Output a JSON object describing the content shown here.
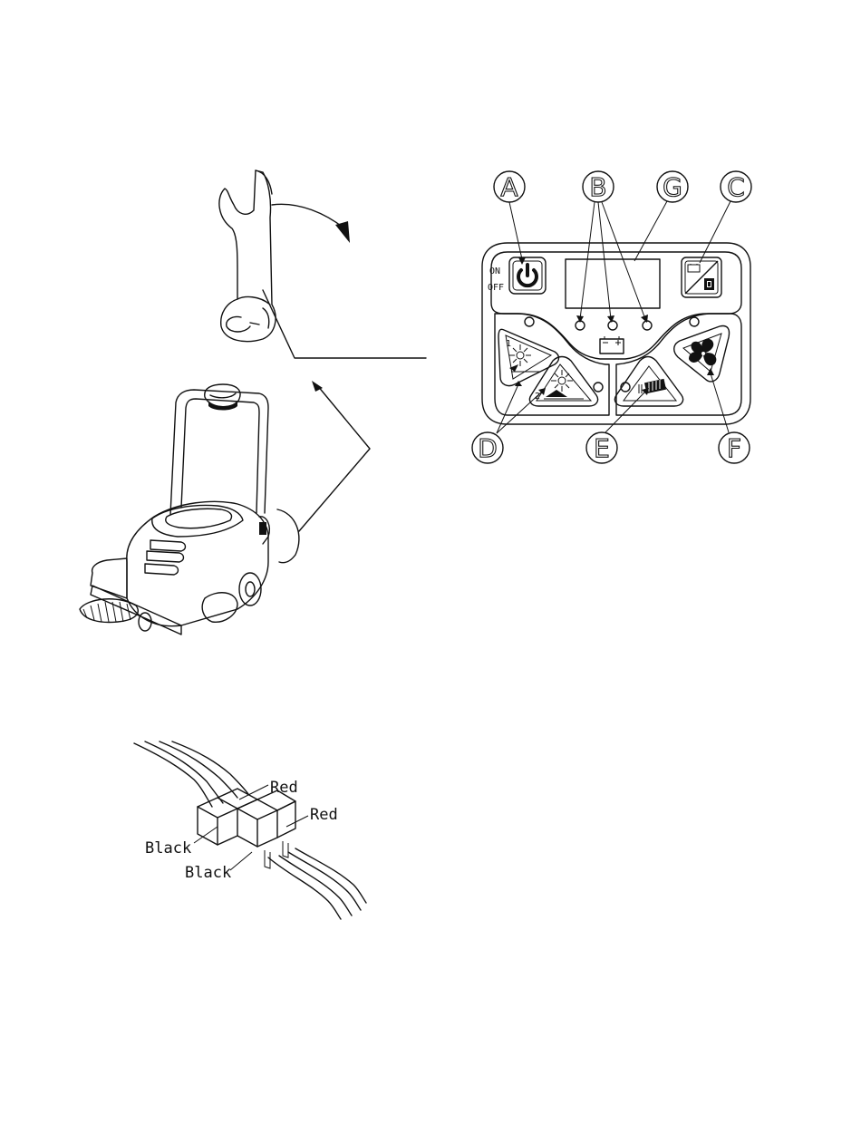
{
  "control_panel": {
    "callouts": [
      "A",
      "B",
      "G",
      "C",
      "D",
      "E",
      "F"
    ],
    "power_labels": {
      "on": "ON",
      "off": "OFF"
    },
    "speed_labels": {
      "speed1": "1",
      "speed2": "2"
    }
  },
  "wire_diagram": {
    "labels": [
      "Red",
      "Red",
      "Black",
      "Black"
    ]
  },
  "icons": {
    "power": "power-icon",
    "battery": "battery-icon",
    "fan": "fan-icon",
    "brush": "brush-icon",
    "filter": "filter-shaker-icon"
  }
}
